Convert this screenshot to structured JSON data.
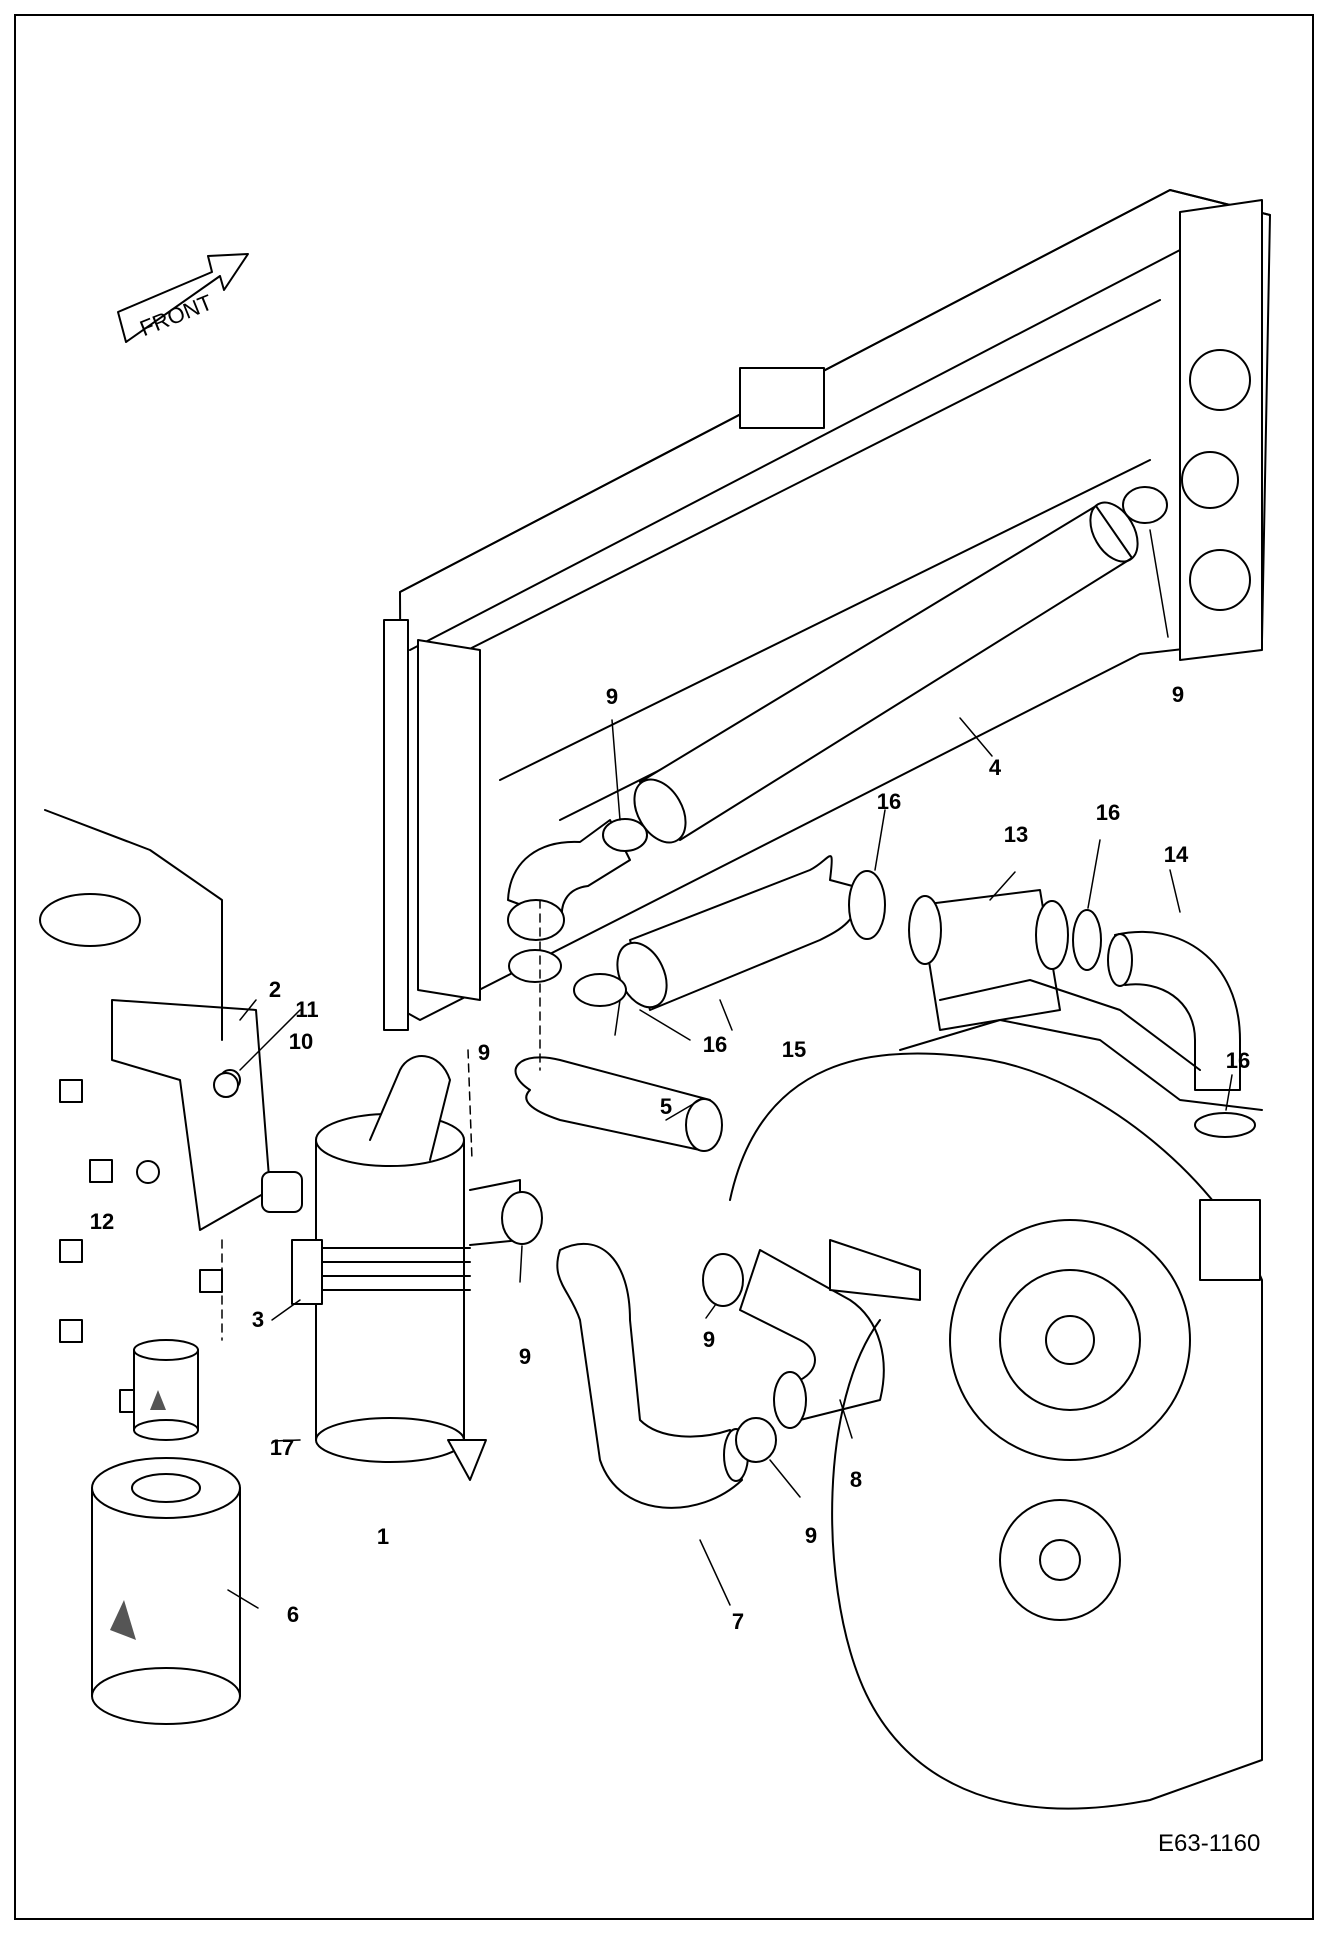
{
  "orientation_label": "FRONT",
  "drawing_number": "E63-1160",
  "callouts": [
    "1",
    "2",
    "3",
    "4",
    "5",
    "6",
    "7",
    "8",
    "9",
    "10",
    "11",
    "12",
    "13",
    "14",
    "15",
    "16",
    "17"
  ],
  "colors": {
    "line": "#000000",
    "paper": "#ffffff",
    "hatch": "#555555"
  }
}
